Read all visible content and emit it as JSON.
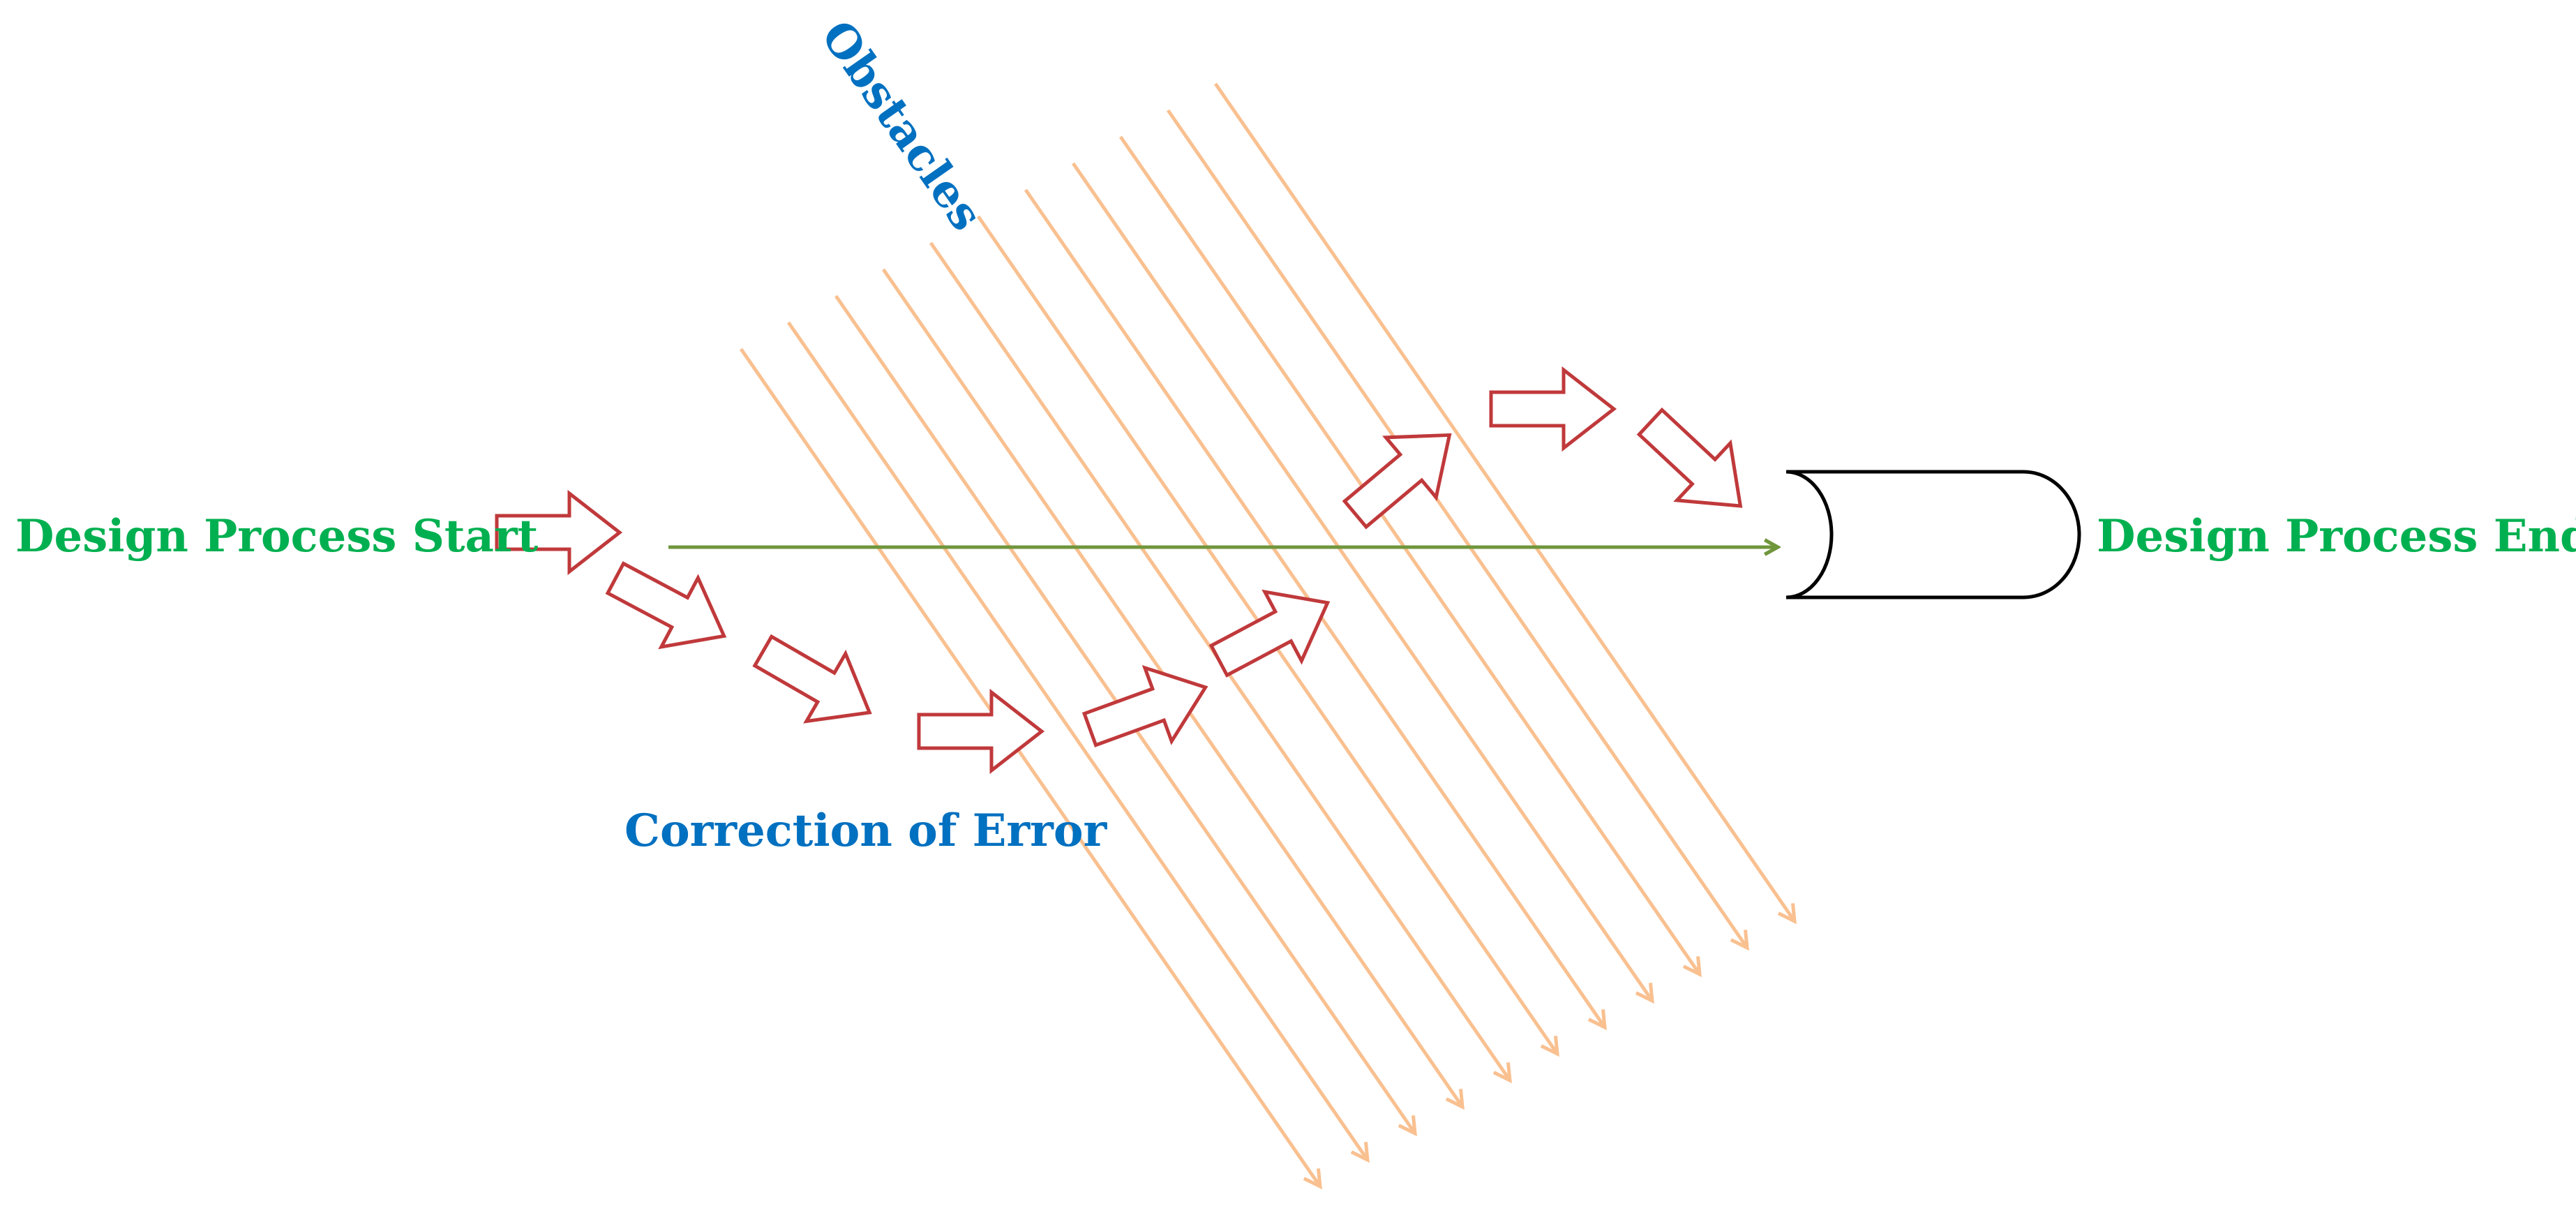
{
  "labels": {
    "start": "Design Process Start",
    "end": "Design Process Ends",
    "obstacles": "Obstacles",
    "correction": "Correction of Error"
  },
  "colors": {
    "start_end_text": "#00b050",
    "blue_text": "#0070c0",
    "direct_path": "#70963c",
    "obstacle_lines": "#f9c090",
    "step_arrow": "#c0393b",
    "goal_outline": "#000000"
  },
  "icons": {
    "steps": "hollow-block-arrow",
    "goal": "cylinder-shape"
  }
}
